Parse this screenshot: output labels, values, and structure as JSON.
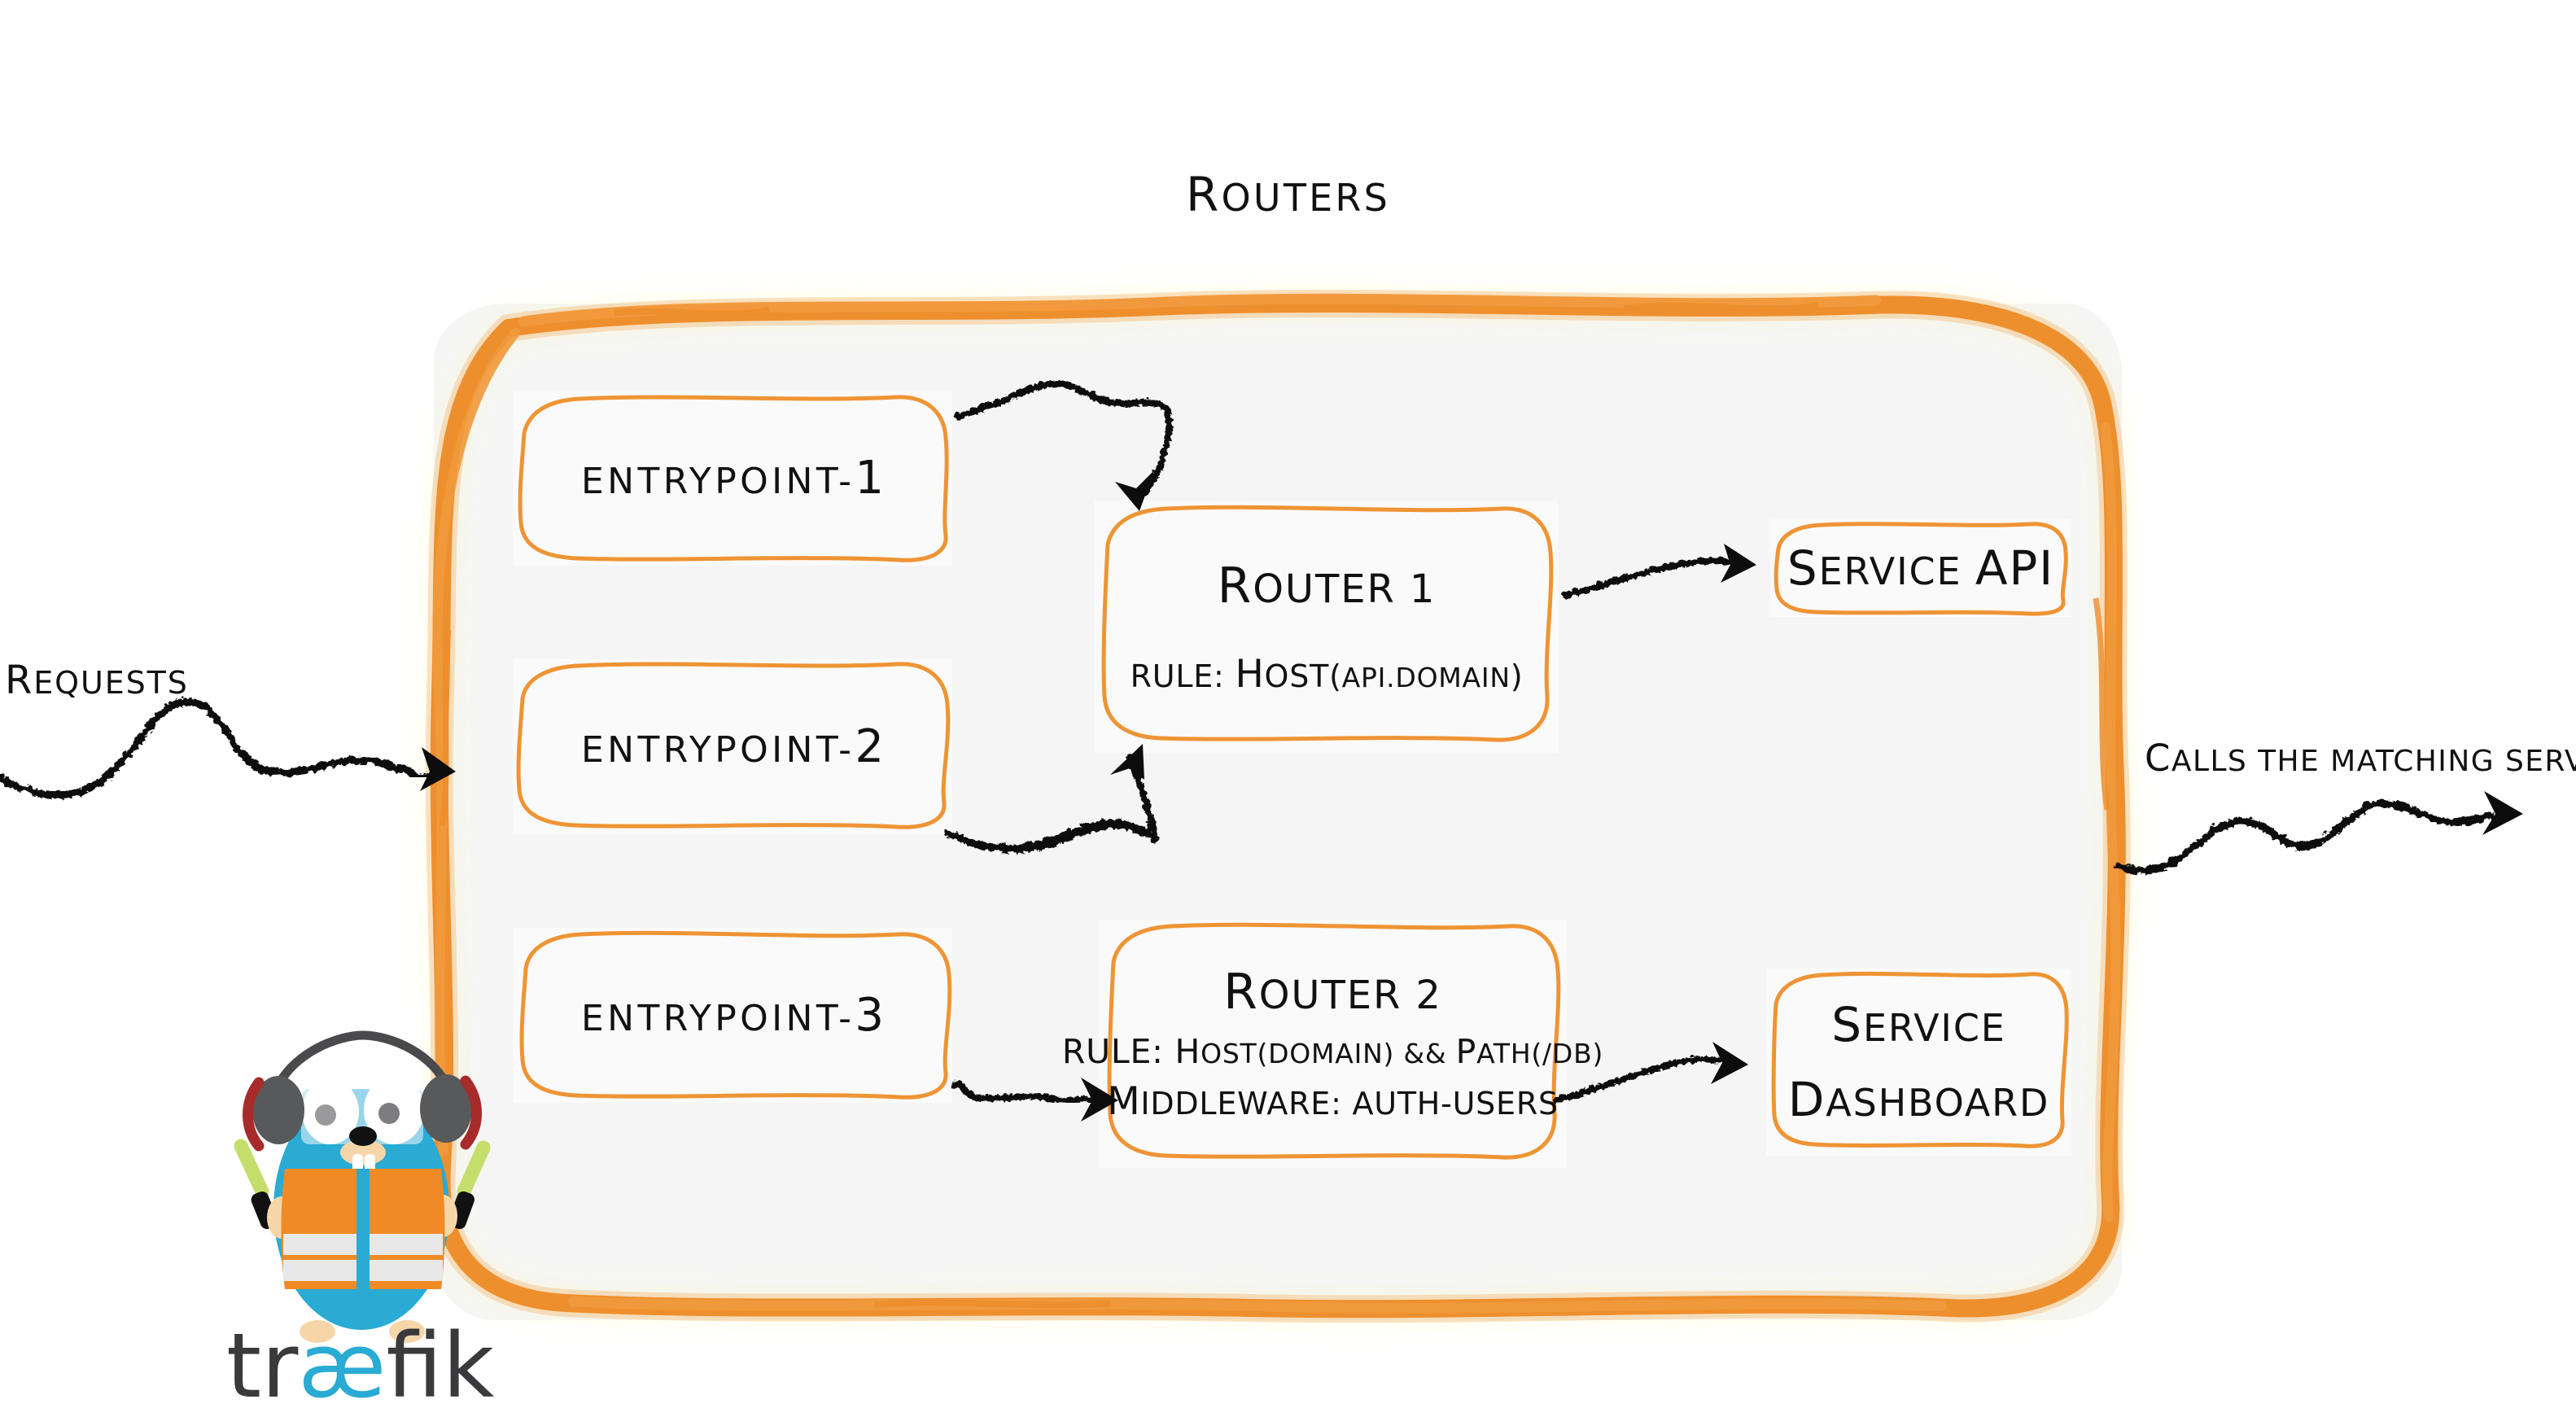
{
  "diagram": {
    "title": "Routers",
    "title_first": "R",
    "title_rest": "outers"
  },
  "container": {
    "name": "routers-container",
    "border_color": "#ed8c2b",
    "fill_color": "#f5f5f5"
  },
  "entrypoints": [
    {
      "id": "entrypoint-1",
      "label": "entrypoint-",
      "number": "1"
    },
    {
      "id": "entrypoint-2",
      "label": "entrypoint-",
      "number": "2"
    },
    {
      "id": "entrypoint-3",
      "label": "entrypoint-",
      "number": "3"
    }
  ],
  "routers": [
    {
      "id": "router-1",
      "title_cap": "R",
      "title_rest": "outer 1",
      "rule_prefix": "rule: ",
      "rule_cap": "H",
      "rule_rest": "ost(",
      "rule_arg": "api.domain",
      "rule_close": ")"
    },
    {
      "id": "router-2",
      "title_cap": "R",
      "title_rest": "outer 2",
      "rule_prefix": "RULE: ",
      "rule_cap": "H",
      "rule_rest": "ost(",
      "rule_arg": "domain",
      "rule_mid": ") && ",
      "rule_cap2": "P",
      "rule_rest2": "ath(",
      "rule_arg2": "/db",
      "rule_close": ")",
      "middleware_cap": "M",
      "middleware_rest": "iddleware: ",
      "middleware_value": "auth-users"
    }
  ],
  "services": [
    {
      "id": "service-api",
      "lines": [
        {
          "cap": "S",
          "rest": "ervice ",
          "tail": "API"
        }
      ]
    },
    {
      "id": "service-dashboard",
      "lines": [
        {
          "cap": "S",
          "rest": "ervice",
          "tail": ""
        },
        {
          "cap": "D",
          "rest": "ashboard",
          "tail": ""
        }
      ]
    }
  ],
  "labels": {
    "requests_cap": "R",
    "requests_rest": "equests",
    "calls_cap": "C",
    "calls_rest": "alls the matching server"
  },
  "arrows": [
    {
      "name": "arrow-requests-to-container",
      "from": "requests",
      "to": "routers-container"
    },
    {
      "name": "arrow-entrypoint1-to-router1",
      "from": "entrypoint-1",
      "to": "router-1"
    },
    {
      "name": "arrow-entrypoint2-to-router1",
      "from": "entrypoint-2",
      "to": "router-1"
    },
    {
      "name": "arrow-entrypoint3-to-router2",
      "from": "entrypoint-3",
      "to": "router-2"
    },
    {
      "name": "arrow-router1-to-service-api",
      "from": "router-1",
      "to": "service-api"
    },
    {
      "name": "arrow-router2-to-service-dashboard",
      "from": "router-2",
      "to": "service-dashboard"
    },
    {
      "name": "arrow-container-to-server",
      "from": "routers-container",
      "to": "matching-server"
    }
  ],
  "logo": {
    "wordmark_start": "tr",
    "wordmark_ae": "æ",
    "wordmark_end": "fik",
    "body_color": "#29ABD4",
    "vest_color": "#F08A24",
    "stripe_color": "#E8E8E8",
    "wand_color": "#C5DE6B",
    "headphone_color": "#58595B",
    "headphone_accent": "#A72B2A",
    "wordmark_color": "#3A3A3C",
    "wordmark_accent": "#29ABD4"
  }
}
